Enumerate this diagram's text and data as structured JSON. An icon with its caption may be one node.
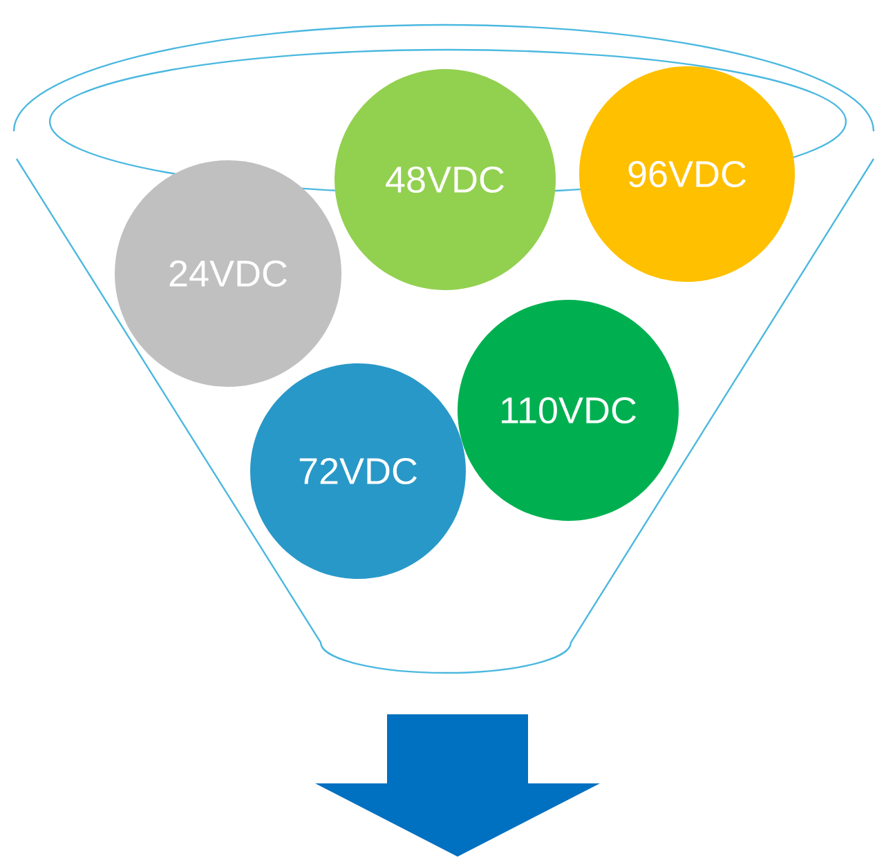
{
  "diagram": {
    "nodes": [
      {
        "text": [
          "24VDC"
        ]
      },
      {
        "text": [
          "48VDC"
        ]
      },
      {
        "text": [
          "96VDC"
        ]
      },
      {
        "text": [
          "72VDC"
        ]
      },
      {
        "text": [
          "110VDC"
        ]
      }
    ]
  }
}
